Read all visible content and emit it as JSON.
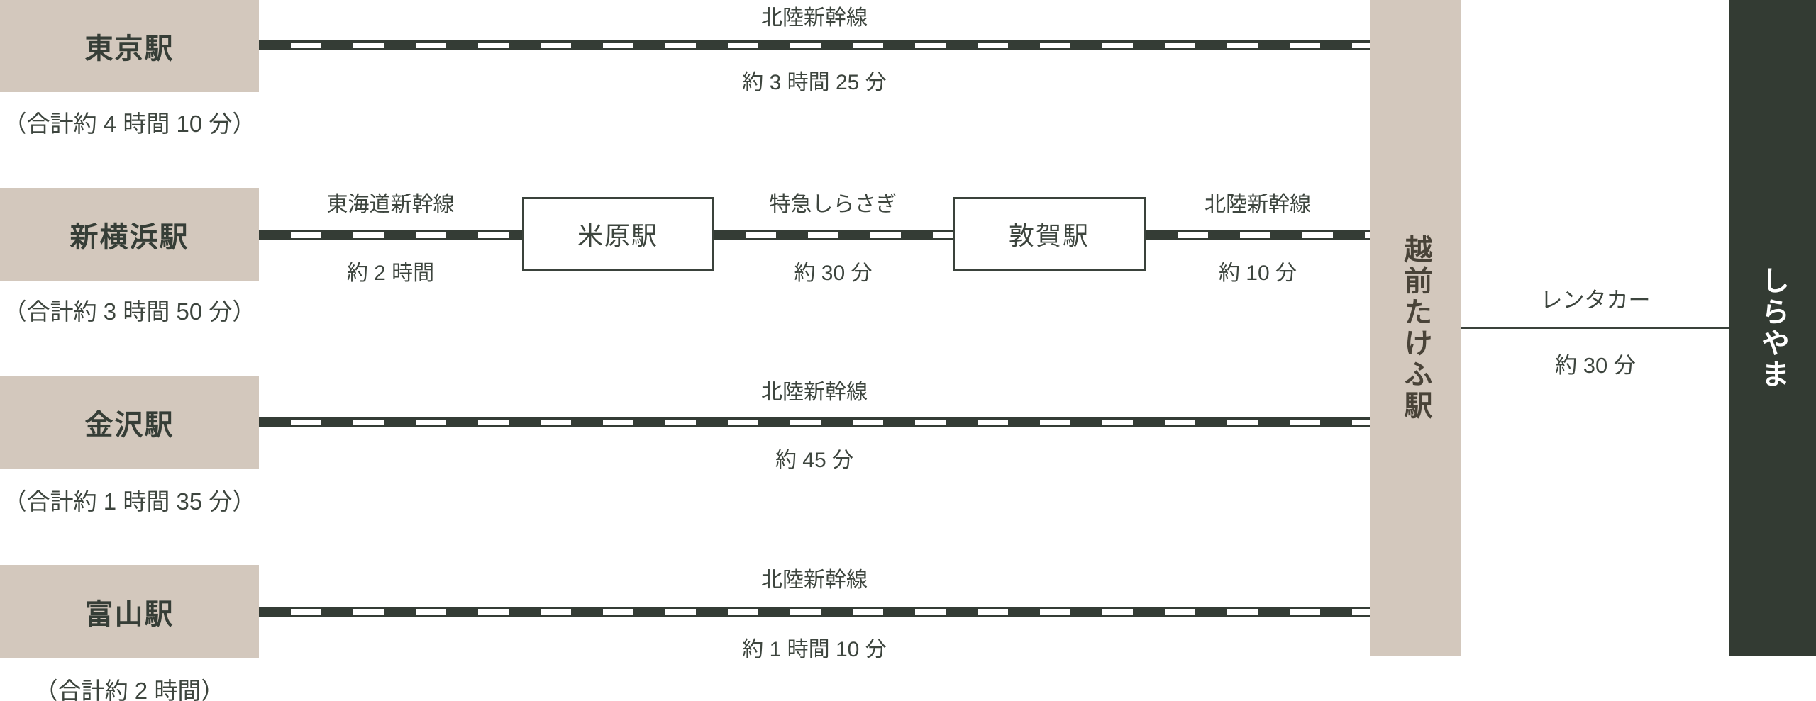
{
  "diagram": {
    "title_note": "",
    "colors": {
      "beige": "#d3c8bd",
      "dark_green": "#333b33",
      "text": "#3d453e",
      "rail_line": "#343c35"
    },
    "routes": [
      {
        "origin": "東京駅",
        "total": "（合計約 4 時間 10 分）",
        "segments": [
          {
            "line": "北陸新幹線",
            "duration": "約 3 時間 25 分"
          }
        ]
      },
      {
        "origin": "新横浜駅",
        "total": "（合計約 3 時間 50 分）",
        "segments": [
          {
            "line": "東海道新幹線",
            "duration": "約 2 時間"
          },
          {
            "station": "米原駅"
          },
          {
            "line": "特急しらさぎ",
            "duration": "約 30 分"
          },
          {
            "station": "敦賀駅"
          },
          {
            "line": "北陸新幹線",
            "duration": "約 10 分"
          }
        ]
      },
      {
        "origin": "金沢駅",
        "total": "（合計約 1 時間 35 分）",
        "segments": [
          {
            "line": "北陸新幹線",
            "duration": "約 45 分"
          }
        ]
      },
      {
        "origin": "富山駅",
        "total": "（合計約 2 時間）",
        "segments": [
          {
            "line": "北陸新幹線",
            "duration": "約 1 時間 10 分"
          }
        ]
      }
    ],
    "hub_station": {
      "label": "越前たけふ駅"
    },
    "car_transfer": {
      "mode": "レンタカー",
      "duration": "約 30 分"
    },
    "final_destination": {
      "label": "しらやま"
    }
  }
}
